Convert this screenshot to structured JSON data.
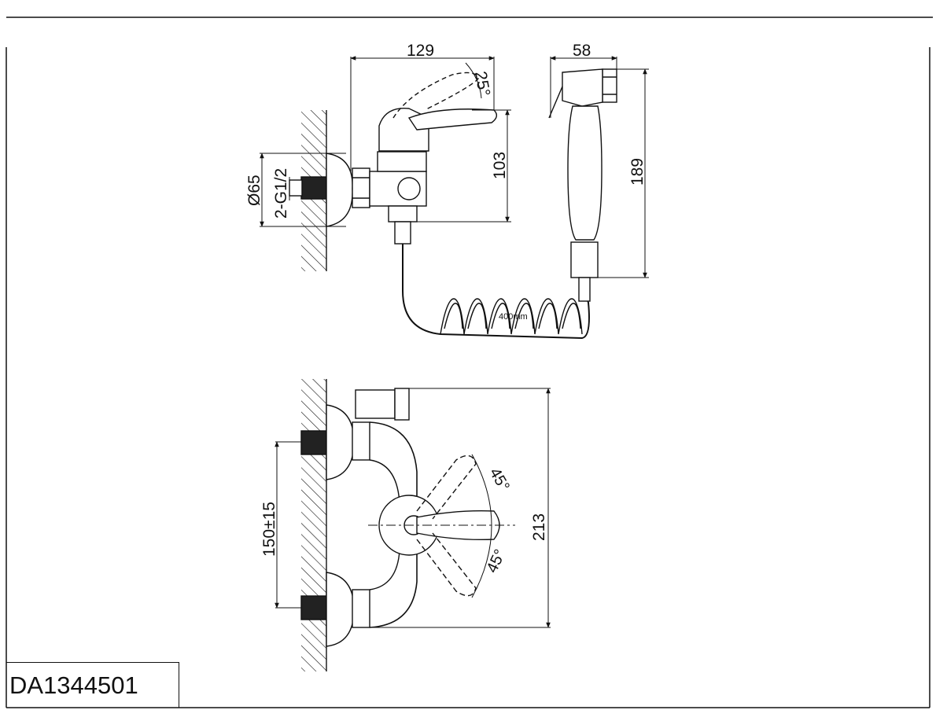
{
  "drawing": {
    "product_code": "DA1344501",
    "side_view": {
      "dim_overall_width": "129",
      "dim_lever_angle": "25°",
      "dim_body_height": "103",
      "dim_flange_diameter": "Ø65",
      "dim_thread": "2-G1/2",
      "dim_hose_length": "400mm"
    },
    "shower_head": {
      "dim_width": "58",
      "dim_length": "189"
    },
    "front_view": {
      "dim_center_distance": "150±15",
      "dim_total_height": "213",
      "dim_angle_upper": "45°",
      "dim_angle_lower": "45°"
    }
  }
}
